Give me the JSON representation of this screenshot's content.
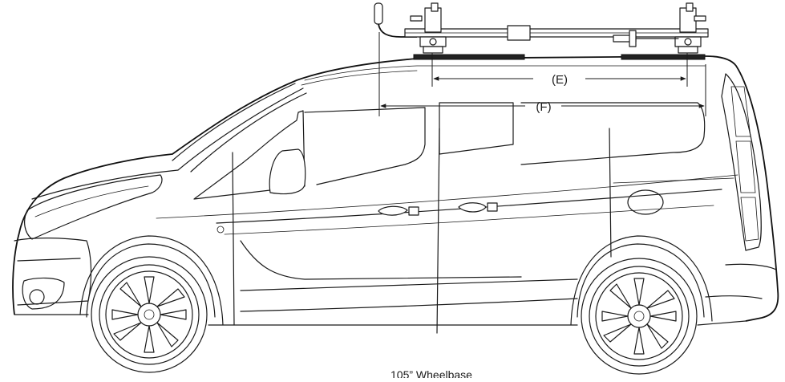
{
  "diagram": {
    "dimension_e_label": "(E)",
    "dimension_f_label": "(F)",
    "wheelbase_label": "105” Wheelbase"
  }
}
